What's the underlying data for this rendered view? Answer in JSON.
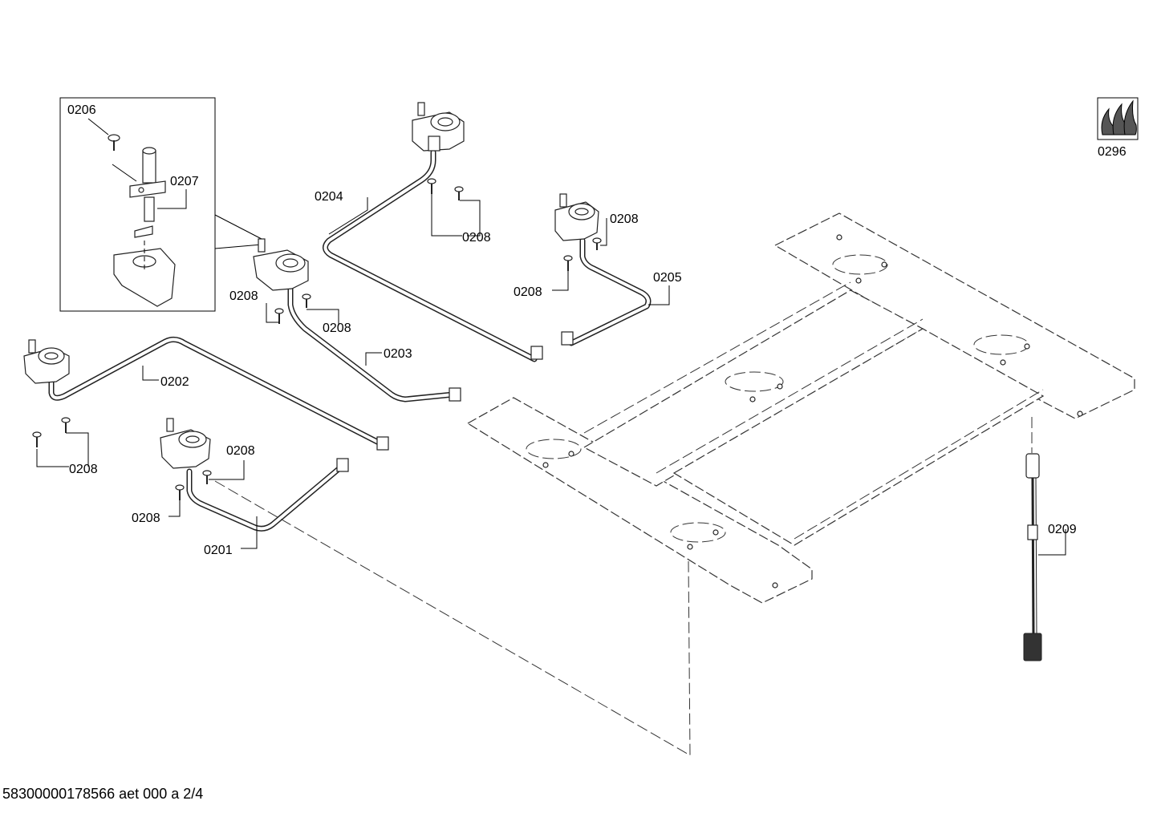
{
  "callouts": {
    "c0201": "0201",
    "c0202": "0202",
    "c0203": "0203",
    "c0204": "0204",
    "c0205": "0205",
    "c0206": "0206",
    "c0207": "0207",
    "c0208": "0208",
    "c0209": "0209",
    "c0296": "0296"
  },
  "footer": {
    "doc_code": "58300000178566 aet 000 a 2/4"
  },
  "colors": {
    "line": "#222222",
    "background": "#ffffff"
  },
  "icons": {
    "flame_symbol": "gas-flame-icon"
  }
}
